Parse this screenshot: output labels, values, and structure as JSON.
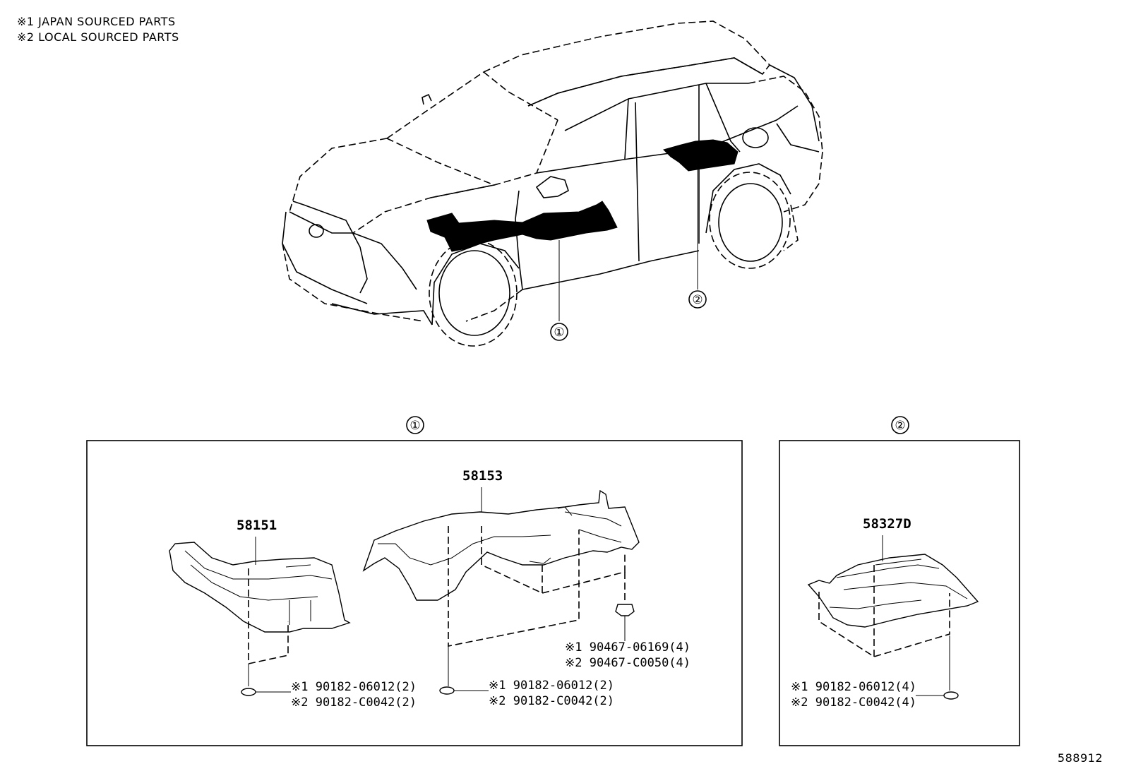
{
  "notes": {
    "note1": "※1 JAPAN SOURCED PARTS",
    "note2": "※2 LOCAL SOURCED PARTS"
  },
  "callouts": {
    "car_ref_1": "①",
    "car_ref_2": "②",
    "box1_ref": "①",
    "box2_ref": "②"
  },
  "parts": {
    "p58151": "58151",
    "p58153": "58153",
    "p58327D": "58327D",
    "clip_a_jp": "※1 90182-06012(2)",
    "clip_a_lc": "※2 90182-C0042(2)",
    "clip_b_jp": "※1 90182-06012(2)",
    "clip_b_lc": "※2 90182-C0042(2)",
    "nut_jp": "※1 90467-06169(4)",
    "nut_lc": "※2 90467-C0050(4)",
    "clip_c_jp": "※1 90182-06012(4)",
    "clip_c_lc": "※2 90182-C0042(4)"
  },
  "diagram_code": "588912"
}
